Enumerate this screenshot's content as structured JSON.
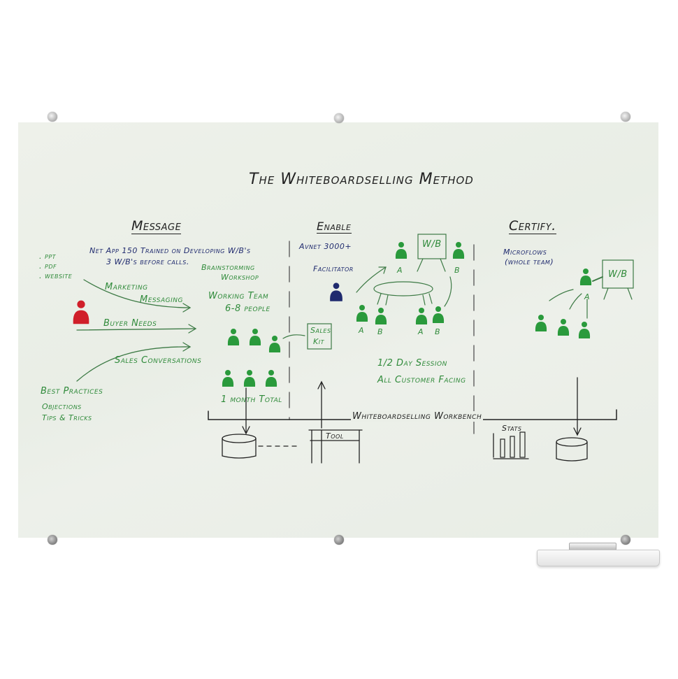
{
  "board": {
    "title": "The Whiteboardselling Method",
    "colors": {
      "surface": "#ebefe8",
      "black_ink": "#222222",
      "green_ink": "#2f8a3a",
      "navy_ink": "#1f2a6e",
      "red_ink": "#d01f2a"
    }
  },
  "message": {
    "heading": "Message",
    "note_line1": "Net App 150 Trained on Developing W/B's",
    "note_line2": "3 W/B's before calls.",
    "bullets": [
      ". ppt",
      ". pdf",
      ". website"
    ],
    "arrow_labels": [
      "Marketing",
      "Messaging",
      "Buyer Needs",
      "Sales Conversations"
    ],
    "best_practices": [
      "Best Practices",
      "Objections",
      "Tips & Tricks"
    ]
  },
  "workshop": {
    "label_line1": "Brainstorming",
    "label_line2": "Workshop",
    "team_line1": "Working Team",
    "team_line2": "6-8 people",
    "duration": "1 month Total",
    "sales_kit_line1": "Sales",
    "sales_kit_line2": "Kit"
  },
  "enable": {
    "heading": "Enable",
    "audience": "Avnet 3000+",
    "facilitator": "Facilitator",
    "wb_label": "W/B",
    "role_labels": [
      "A",
      "B",
      "A",
      "B",
      "A",
      "B"
    ],
    "session_line1": "1/2 Day Session",
    "session_line2": "All Customer Facing"
  },
  "certify": {
    "heading": "Certify.",
    "note_line1": "Microflows",
    "note_line2": "(whole team)",
    "wb_label": "W/B",
    "role_label": "A"
  },
  "workbench": {
    "label": "Whiteboardselling Workbench",
    "tool_label": "Tool",
    "stats_label": "Stats"
  }
}
